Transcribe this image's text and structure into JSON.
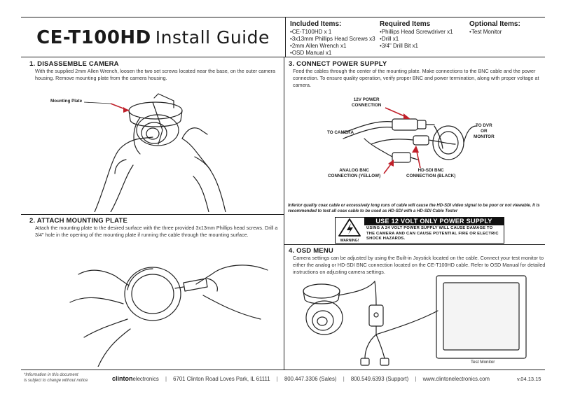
{
  "header": {
    "title_model": "CE-T100HD",
    "title_rest": "Install Guide",
    "included": {
      "heading": "Included Items:",
      "items": [
        "CE-T100HD x 1",
        "3x13mm Phillips Head Screws x3",
        "2mm Allen Wrench x1",
        "OSD Manual x1"
      ]
    },
    "required": {
      "heading": "Required Items",
      "items": [
        "Phillips Head Screwdriver x1",
        "Drill x1",
        "3/4\" Drill Bit x1"
      ]
    },
    "optional": {
      "heading": "Optional Items:",
      "items": [
        "Test Monitor"
      ]
    }
  },
  "sections": {
    "s1": {
      "title": "1. DISASSEMBLE CAMERA",
      "body": "With the supplied 2mm Allen Wrench, loosen the two set screws located near the base, on the outer camera housing. Remove mounting plate from the camera housing.",
      "label_mounting_plate": "Mounting Plate"
    },
    "s2": {
      "title": "2. ATTACH MOUNTING PLATE",
      "body": "Attach the mounting plate to the desired surface with the three provided 3x13mm Phillips head screws. Drill a 3/4\" hole in the opening of the mounting plate if running the cable through the mounting surface."
    },
    "s3": {
      "title": "3. CONNECT POWER SUPPLY",
      "body": "Feed the cables through the center of the mounting plate. Make connections to the BNC cable and the power connection. To ensure quality operation, verify proper BNC and power termination, along with proper voltage at camera.",
      "label_12v_1": "12V POWER",
      "label_12v_2": "CONNECTION",
      "label_to_camera": "TO CAMERA",
      "label_to_dvr_1": "TO DVR",
      "label_to_dvr_2": "OR",
      "label_to_dvr_3": "MONITOR",
      "label_analog_1": "ANALOG BNC",
      "label_analog_2": "CONNECTION (YELLOW)",
      "label_hdsdi_1": "HD-SDI BNC",
      "label_hdsdi_2": "CONNECTION (BLACK)",
      "note": "Inferior quality coax cable or excessively long runs of cable will cause the HD-SDI video signal to be poor or not viewable. It is recommended to test all coax cable to be used as HD-SDI with a HD-SDI Cable Tester"
    },
    "warning": {
      "heading": "USE 12 VOLT ONLY POWER SUPPLY",
      "text": "USING A 24 VOLT POWER SUPPLY WILL CAUSE DAMAGE TO THE CAMERA AND CAN CAUSE POTENTIAL FIRE OR ELECTRIC SHOCK HAZARDS.",
      "label": "WARNING!"
    },
    "s4": {
      "title": "4. OSD MENU",
      "body": "Camera settings can be adjusted by using the Built-in Joystick located on the cable. Connect your test monitor to either the analog or HD-SDI BNC connection located on the CE-T100HD cable. Refer to OSD Manual for detailed instructions on adjusting camera settings.",
      "label_test_monitor": "Test Monitor"
    }
  },
  "footer": {
    "note_1": "*Information in this document",
    "note_2": "is subject to change without notice",
    "brand_a": "clinton",
    "brand_b": "electronics",
    "address": "6701 Clinton Road Loves Park, IL 61111",
    "sales": "800.447.3306 (Sales)",
    "support": "800.549.6393 (Support)",
    "website": "www.clintonelectronics.com",
    "version": "v.04.13.15"
  }
}
